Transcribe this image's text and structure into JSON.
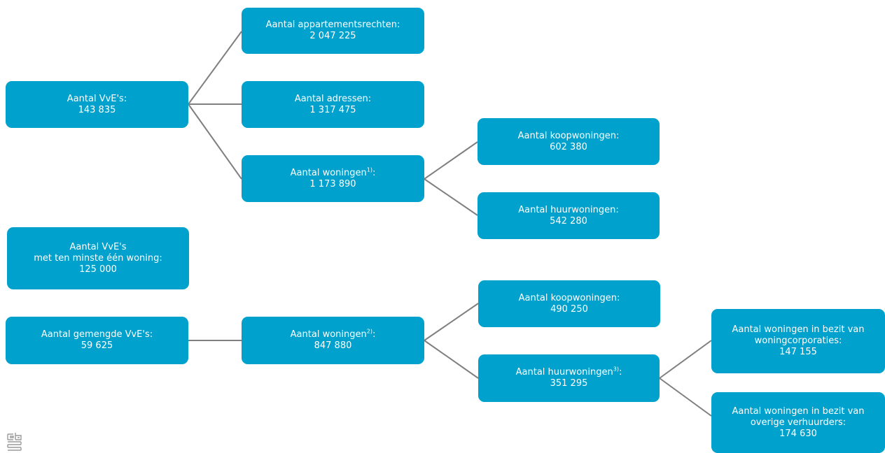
{
  "colors": {
    "box": "#00a1cd",
    "box_text": "#ffffff",
    "connector": "#7f7f7f",
    "logo": "#9a9a9a"
  },
  "icons": {
    "logo": "cbs-logo-icon"
  },
  "boxes": {
    "vve": {
      "label": "Aantal VvE's:",
      "value": "143 835"
    },
    "appartementsrechten": {
      "label": "Aantal appartementsrechten:",
      "value": "2 047 225"
    },
    "adressen": {
      "label": "Aantal adressen:",
      "value": "1 317 475"
    },
    "woningen1": {
      "label": "Aantal woningen",
      "note": "1)",
      "suffix": ":",
      "value": "1 173 890"
    },
    "koop1": {
      "label": "Aantal koopwoningen:",
      "value": "602 380"
    },
    "huur1": {
      "label": "Aantal huurwoningen:",
      "value": "542 280"
    },
    "vve_woning": {
      "label_1": "Aantal VvE's",
      "label_2": "met ten minste één woning:",
      "value": "125 000"
    },
    "gemengd": {
      "label": "Aantal gemengde VvE's:",
      "value": "59 625"
    },
    "woningen2": {
      "label": "Aantal woningen",
      "note": "2)",
      "suffix": ":",
      "value": "847 880"
    },
    "koop2": {
      "label": "Aantal koopwoningen:",
      "value": "490 250"
    },
    "huur2": {
      "label": "Aantal huurwoningen",
      "note": "3)",
      "suffix": ":",
      "value": "351 295"
    },
    "corporaties": {
      "label_1": "Aantal woningen in bezit van",
      "label_2": "woningcorporaties:",
      "value": "147 155"
    },
    "overige": {
      "label_1": "Aantal woningen in bezit van",
      "label_2": "overige verhuurders:",
      "value": "174 630"
    }
  }
}
